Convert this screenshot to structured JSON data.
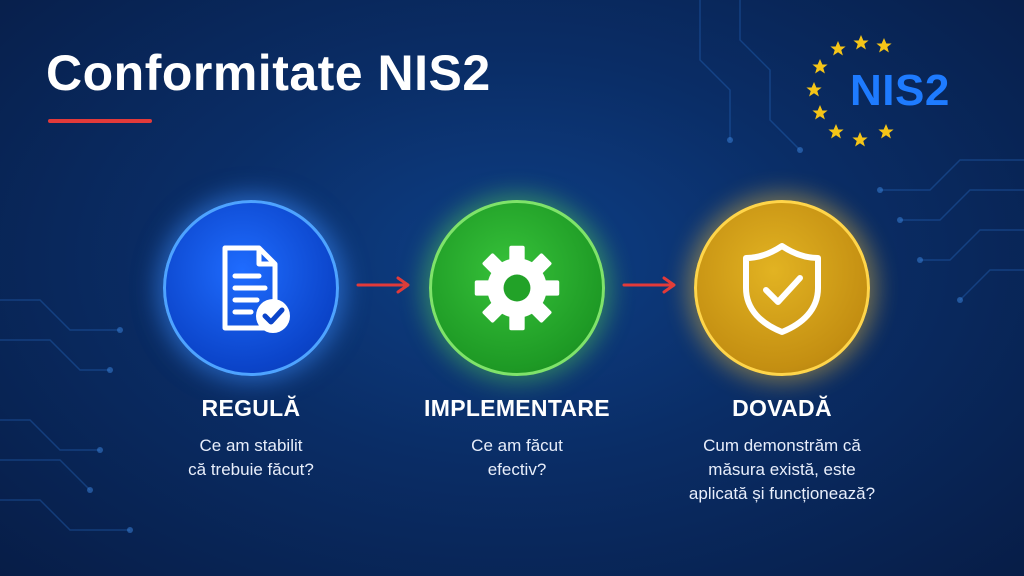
{
  "title": "Conformitate NIS2",
  "logo": {
    "text": "NIS2",
    "star_color": "#f5c518",
    "text_color": "#1e7bff"
  },
  "accent_color": "#e23a3a",
  "steps": [
    {
      "label": "REGULĂ",
      "desc_lines": [
        "Ce am stabilit",
        "că trebuie făcut?"
      ],
      "icon": "document-check-icon",
      "color": "#1f6cff"
    },
    {
      "label": "IMPLEMENTARE",
      "desc_lines": [
        "Ce am făcut",
        "efectiv?"
      ],
      "icon": "gear-icon",
      "color": "#2fb033"
    },
    {
      "label": "DOVADĂ",
      "desc_lines": [
        "Cum demonstrăm că",
        "măsura există, este",
        "aplicată și funcționează?"
      ],
      "icon": "shield-check-icon",
      "color": "#d9a81a"
    }
  ]
}
